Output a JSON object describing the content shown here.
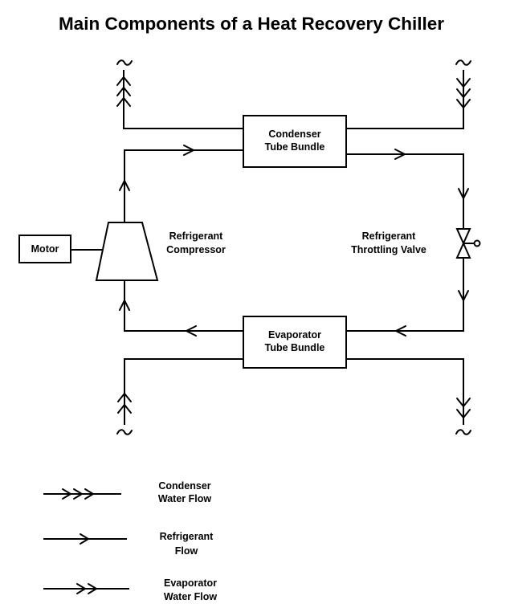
{
  "title": "Main Components of a Heat Recovery Chiller",
  "components": {
    "condenser": {
      "line1": "Condenser",
      "line2": "Tube Bundle"
    },
    "evaporator": {
      "line1": "Evaporator",
      "line2": "Tube Bundle"
    },
    "motor": {
      "label": "Motor"
    },
    "compressor": {
      "line1": "Refrigerant",
      "line2": "Compressor"
    },
    "valve": {
      "line1": "Refrigerant",
      "line2": "Throttling Valve"
    }
  },
  "legend": [
    {
      "line1": "Condenser",
      "line2": "Water Flow"
    },
    {
      "line1": "Refrigerant",
      "line2": "Flow"
    },
    {
      "line1": "Evaporator",
      "line2": "Water Flow"
    }
  ]
}
